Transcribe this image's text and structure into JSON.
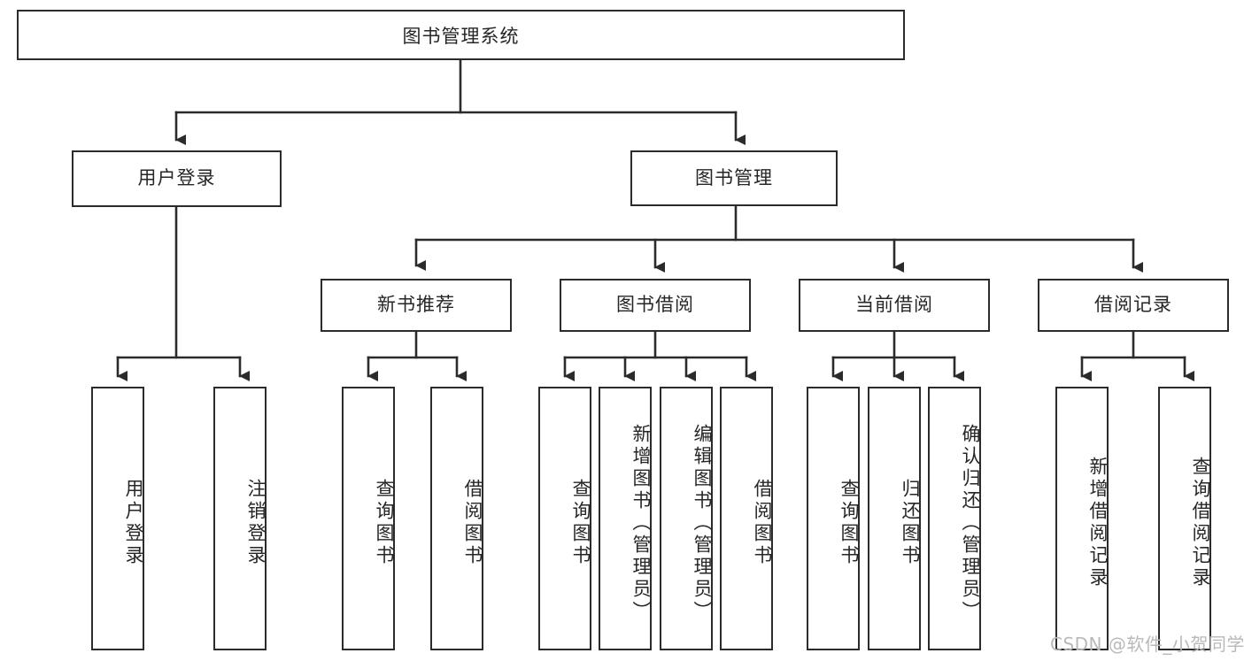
{
  "diagram": {
    "type": "tree-hierarchy-diagram",
    "title": "图书管理系统",
    "style": {
      "line_color": "#2b2b2b",
      "box_border_color": "#2b2b2b",
      "box_fill": "#ffffff",
      "text_color": "#262626",
      "background": "#ffffff"
    },
    "root": {
      "label": "图书管理系统"
    },
    "level2": [
      {
        "label": "用户登录"
      },
      {
        "label": "图书管理"
      }
    ],
    "level3": [
      {
        "label": "新书推荐"
      },
      {
        "label": "图书借阅"
      },
      {
        "label": "当前借阅"
      },
      {
        "label": "借阅记录"
      }
    ],
    "leaves": {
      "user_login": [
        {
          "label": "用户登录"
        },
        {
          "label": "注销登录"
        }
      ],
      "new_book_recommend": [
        {
          "label": "查询图书"
        },
        {
          "label": "借阅图书"
        }
      ],
      "book_borrow": [
        {
          "label": "查询图书"
        },
        {
          "label": "新增图书（管理员）"
        },
        {
          "label": "编辑图书（管理员）"
        },
        {
          "label": "借阅图书"
        }
      ],
      "current_borrow": [
        {
          "label": "查询图书"
        },
        {
          "label": "归还图书"
        },
        {
          "label": "确认归还（管理员）"
        }
      ],
      "borrow_record": [
        {
          "label": "新增借阅记录"
        },
        {
          "label": "查询借阅记录"
        }
      ]
    },
    "watermark": "CSDN @软件_小贺同学"
  }
}
